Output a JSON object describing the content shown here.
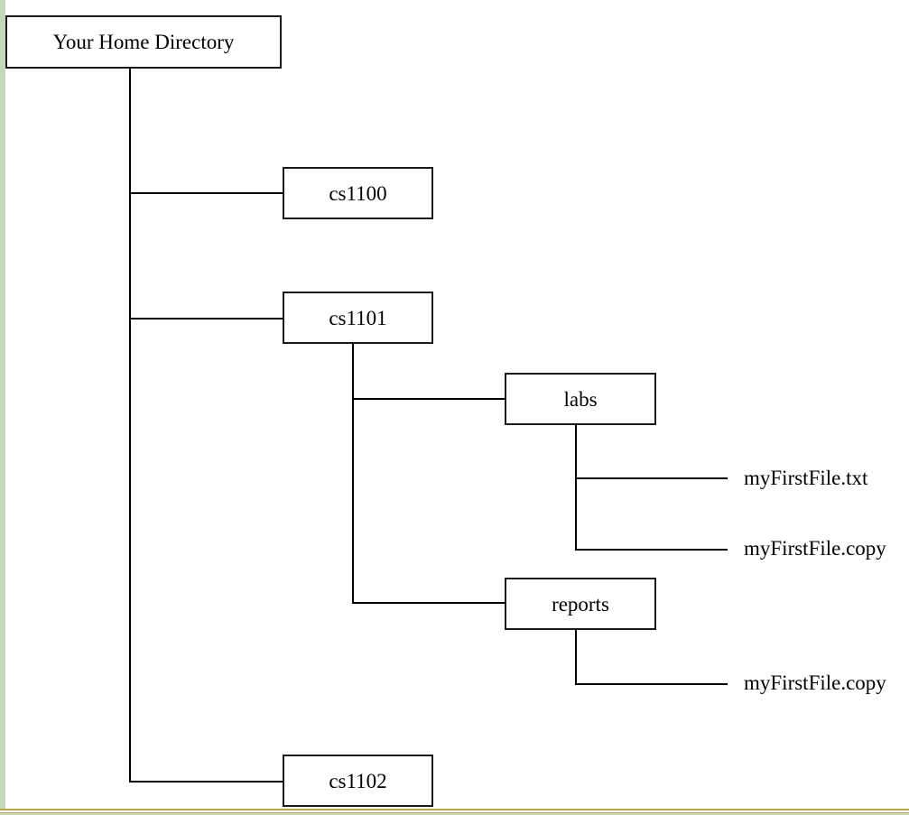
{
  "diagram": {
    "type": "directory-tree",
    "nodes": {
      "home": "Your Home Directory",
      "cs1100": "cs1100",
      "cs1101": "cs1101",
      "labs": "labs",
      "reports": "reports",
      "cs1102": "cs1102",
      "labs_file_txt": "myFirstFile.txt",
      "labs_file_copy": "myFirstFile.copy",
      "reports_file_copy": "myFirstFile.copy"
    },
    "hierarchy": {
      "label": "Your Home Directory",
      "children": [
        {
          "label": "cs1100",
          "children": []
        },
        {
          "label": "cs1101",
          "children": [
            {
              "label": "labs",
              "children": [
                {
                  "label": "myFirstFile.txt"
                },
                {
                  "label": "myFirstFile.copy"
                }
              ]
            },
            {
              "label": "reports",
              "children": [
                {
                  "label": "myFirstFile.copy"
                }
              ]
            }
          ]
        },
        {
          "label": "cs1102",
          "children": []
        }
      ]
    },
    "colors": {
      "line": "#000000",
      "box_border": "#1a1a1a",
      "left_stripe": "#c3d9bd",
      "bottom_border_gold": "#c2a14e",
      "bottom_border_green": "#c3d9bd"
    }
  }
}
